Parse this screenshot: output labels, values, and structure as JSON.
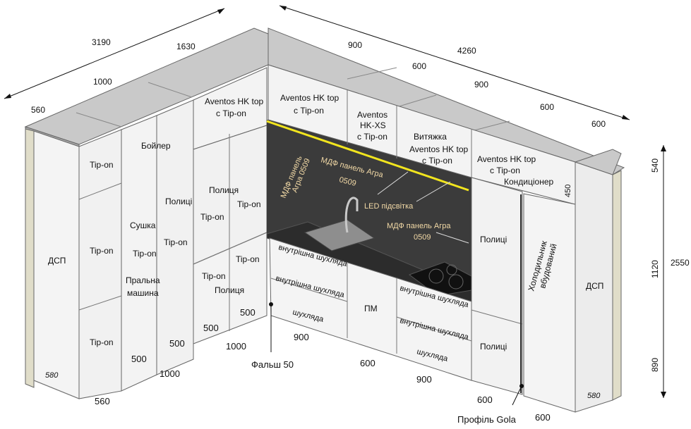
{
  "palette": {
    "cabinet_front": "#f4f4f4",
    "cabinet_side": "#e2e2e2",
    "countertop_top": "#c9c9c9",
    "countertop_edge": "#a9a9a9",
    "wall_panel": "#3b3b3b",
    "worktop": "#2c2c2c",
    "led_strip": "#f2e51e",
    "panel_text": "#f2d9a6",
    "side_board": "#e0ddc9",
    "line": "#555555"
  },
  "dimensions": {
    "top_left_total": "3190",
    "top_left_seg_a": "1630",
    "top_left_seg_b": "1000",
    "top_left_seg_c": "560",
    "top_right_total": "4260",
    "top_right_seg_a": "900",
    "top_right_seg_b": "600",
    "top_right_seg_c": "900",
    "top_right_seg_d": "600",
    "top_right_seg_e": "600",
    "right_upper": "540",
    "right_total": "2550",
    "right_mid": "1120",
    "right_lower": "890",
    "fridge_depth": "450",
    "base_left_depth": "580",
    "base_right_depth": "580",
    "bottom_left_a": "560",
    "bottom_left_b": "1000",
    "bottom_left_c": "500",
    "bottom_left_d": "500",
    "bottom_left_e": "500",
    "bottom_left_f": "500",
    "bottom_left_g": "1000",
    "bottom_right_a": "900",
    "bottom_right_b": "600",
    "bottom_right_c": "900",
    "bottom_right_d": "600",
    "bottom_right_e": "600"
  },
  "labels": {
    "dsp_left": "ДСП",
    "dsp_right": "ДСП",
    "tipon_1": "Tip-on",
    "tipon_2": "Tip-on",
    "tipon_3": "Tip-on",
    "boiler": "Бойлер",
    "dryer": "Сушка",
    "tipon_dryer": "Tip-on",
    "washer_1": "Пральна",
    "washer_2": "машина",
    "shelves_1": "Полиці",
    "tipon_shelves": "Tip-on",
    "aventos_1a": "Aventos HK top",
    "aventos_1b": "с Tip-on",
    "shelf_single": "Полиця",
    "tipon_a": "Tip-on",
    "tipon_b": "Tip-on",
    "tipon_c": "Tip-on",
    "tipon_d": "Tip-on",
    "shelf_single_2": "Полиця",
    "aventos_2a": "Aventos HK top",
    "aventos_2b": "с Tip-on",
    "aventos_xs_1": "Aventos",
    "aventos_xs_2": "HK-XS",
    "aventos_xs_3": "с Tip-on",
    "hood": "Витяжка",
    "aventos_3a": "Aventos HK top",
    "aventos_3b": "с Tip-on",
    "aventos_4a": "Aventos HK top",
    "aventos_4b": "с Tip-on",
    "conditioner": "Кондиціонер",
    "mdf_vertical_1": "МДФ панель",
    "mdf_vertical_2": "Агра 0509",
    "mdf_panel_1": "МДФ панель Агра",
    "mdf_panel_2": "0509",
    "led": "LED підсвітка",
    "mdf_panel_3": "МДФ панель Агра",
    "mdf_panel_4": "0509",
    "inner_drawer_1": "внутрішна шухляда",
    "inner_drawer_2": "внутрішна шухляда",
    "drawer_1": "шухляда",
    "dishwasher": "ПМ",
    "inner_drawer_3": "внутрішна шухляда",
    "inner_drawer_4": "внутрішна шухляда",
    "drawer_2": "шухляда",
    "shelves_upper_right": "Полиці",
    "shelves_lower_right": "Полиці",
    "fridge_1": "Холодильник",
    "fridge_2": "вбудований",
    "filler": "Фальш 50",
    "gola": "Профіль Gola"
  }
}
